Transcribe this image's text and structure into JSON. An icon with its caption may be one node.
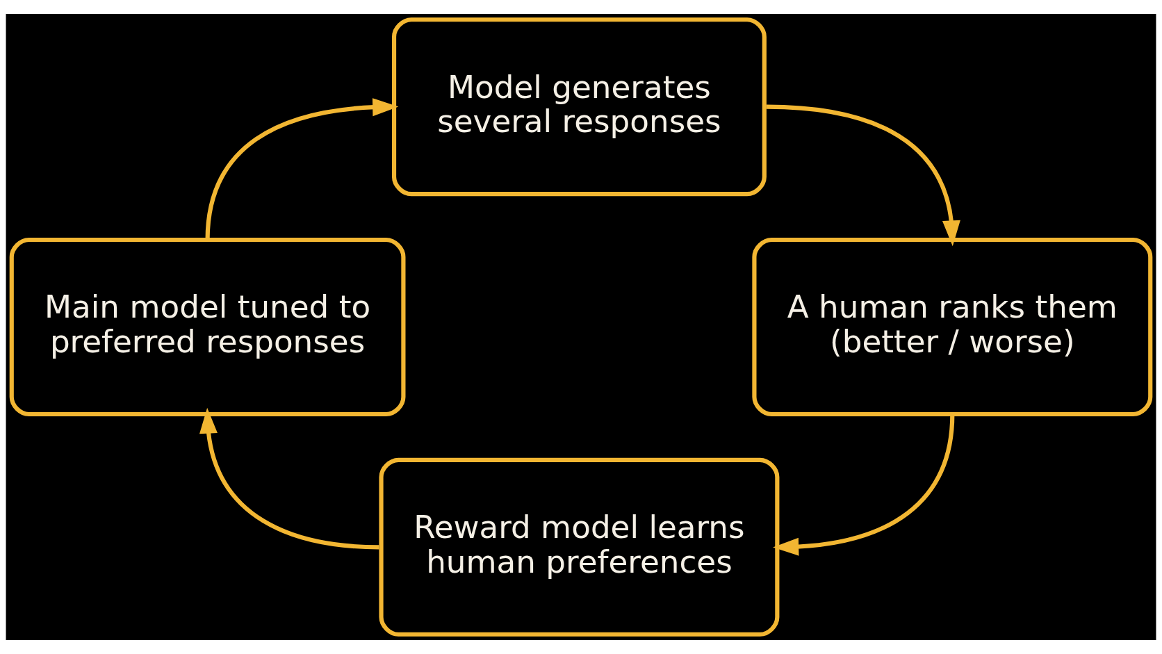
{
  "diagram": {
    "nodes": [
      {
        "text": [
          "Model generates several responses"
        ]
      },
      {
        "text": [
          "A human ranks them (better / worse)"
        ]
      },
      {
        "text": [
          "Reward model learns human preferences"
        ]
      },
      {
        "text": [
          "Main model tuned to preferred responses"
        ]
      }
    ],
    "edges": [
      {
        "from": 0,
        "to": 1,
        "arrow": "to"
      },
      {
        "from": 1,
        "to": 2,
        "arrow": "to"
      },
      {
        "from": 2,
        "to": 3,
        "arrow": "to"
      },
      {
        "from": 3,
        "to": 0,
        "arrow": "to"
      }
    ]
  }
}
